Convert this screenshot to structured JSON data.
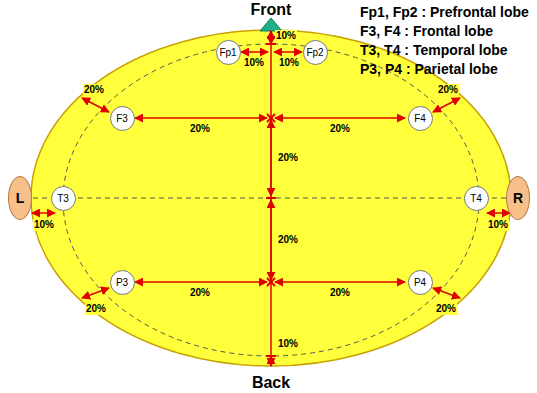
{
  "diagram": {
    "nodes": [
      {
        "text": [
          "Fp1"
        ]
      },
      {
        "text": [
          "Fp2"
        ]
      },
      {
        "text": [
          "F3"
        ]
      },
      {
        "text": [
          "F4"
        ]
      },
      {
        "text": [
          "L"
        ]
      },
      {
        "text": [
          "T3"
        ]
      },
      {
        "text": [
          "T4"
        ]
      },
      {
        "text": [
          "R"
        ]
      },
      {
        "text": [
          "P3"
        ]
      },
      {
        "text": [
          "P4"
        ]
      }
    ],
    "labels": [
      "Front",
      "Fp1, Fp2 : Prefrontal lobe",
      "F3, F4 : Frontal lobe",
      "T3, T4 : Temporal lobe",
      "P3, P4 : Parietal lobe",
      "10%",
      "10%",
      "10%",
      "20%",
      "20%",
      "20%",
      "20%",
      "20%",
      "20%",
      "10%",
      "10%",
      "20%",
      "20%",
      "20%",
      "20%",
      "10%",
      "Back"
    ]
  }
}
